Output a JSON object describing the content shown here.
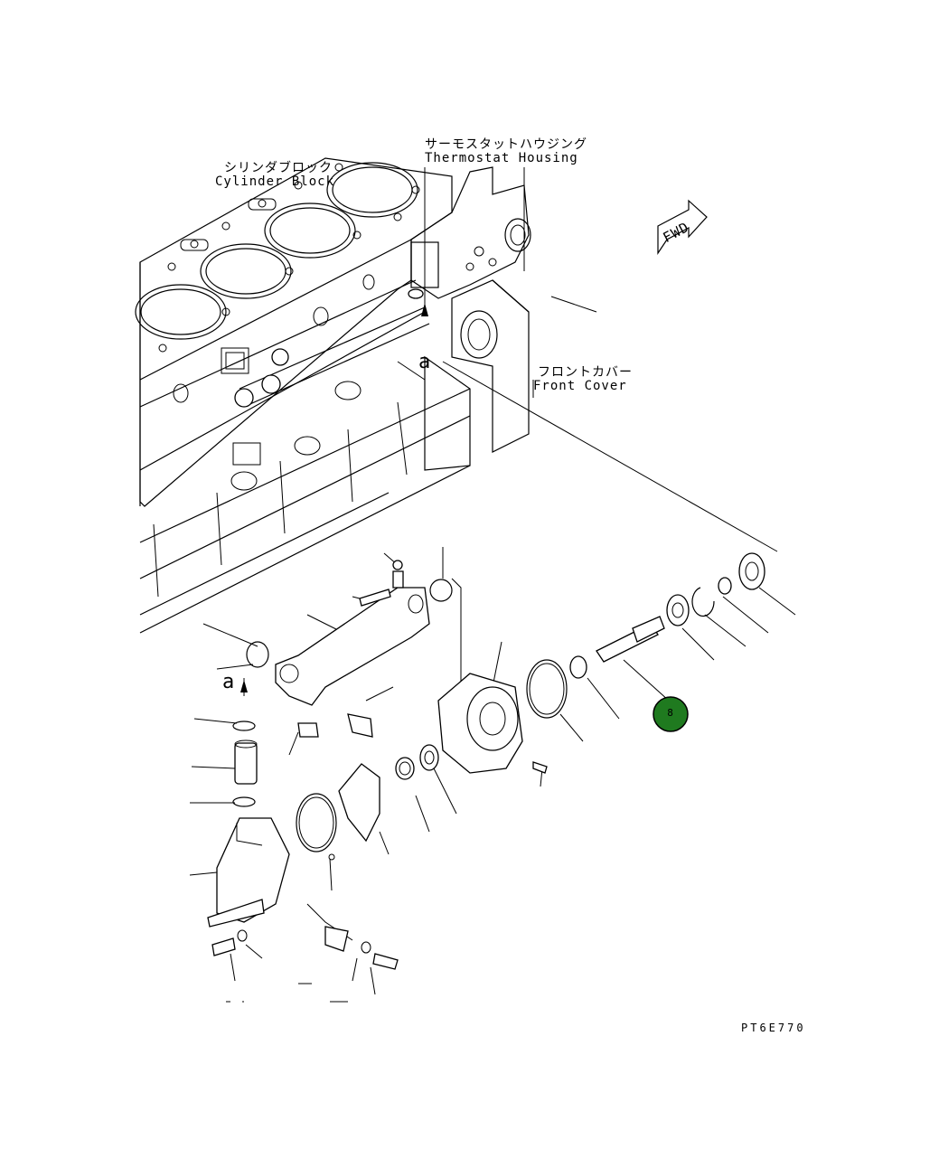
{
  "labels": {
    "cylinder_block_jp": "シリンダブロック",
    "cylinder_block_en": "Cylinder Block",
    "thermostat_jp": "サーモスタットハウジング",
    "thermostat_en": "Thermostat Housing",
    "front_cover_jp": "フロントカバー",
    "front_cover_en": "Front Cover",
    "fwd": "FWD",
    "ref_a_upper": "a",
    "ref_a_lower": "a",
    "drawing_code": "PT6E770"
  },
  "callout": {
    "number": "8",
    "color": "#1f7a1f"
  }
}
